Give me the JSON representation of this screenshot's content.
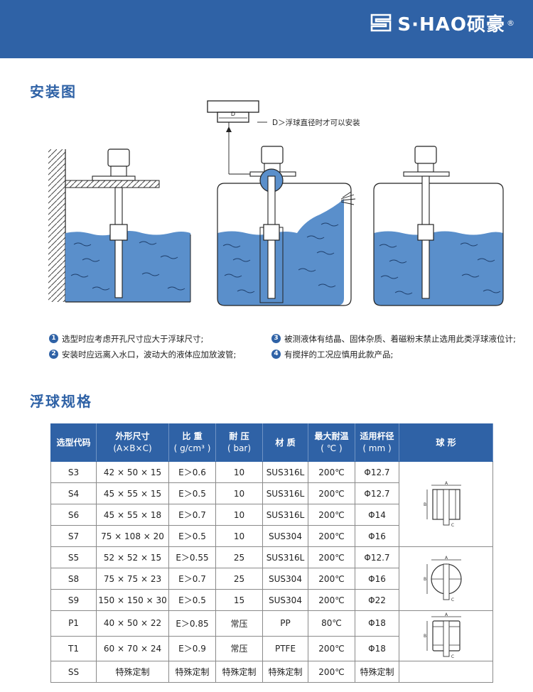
{
  "brand": {
    "logo_text": "S·HAO硕豪",
    "reg_mark": "®",
    "color": "#2f62a6"
  },
  "install": {
    "title": "安装图",
    "d_label": "D",
    "d_note": "D＞浮球直径时才可以安装",
    "notes_left": [
      {
        "num": "1",
        "text": "选型时应考虑开孔尺寸应大于浮球尺寸;"
      },
      {
        "num": "2",
        "text": "安装时应远离入水口，波动大的液体应加放波管;"
      }
    ],
    "notes_right": [
      {
        "num": "3",
        "text": "被测液体有结晶、固体杂质、着磁粉末禁止选用此类浮球液位计;"
      },
      {
        "num": "4",
        "text": "有搅拌的工况应慎用此款产品;"
      }
    ]
  },
  "spec": {
    "title": "浮球规格",
    "headers": [
      {
        "main": "选型代码",
        "sub": ""
      },
      {
        "main": "外形尺寸",
        "sub": "(A×B×C)"
      },
      {
        "main": "比 重",
        "sub": "( g/cm³ )"
      },
      {
        "main": "耐 压",
        "sub": "( bar)"
      },
      {
        "main": "材 质",
        "sub": ""
      },
      {
        "main": "最大耐温",
        "sub": "( ℃ )"
      },
      {
        "main": "适用杆径",
        "sub": "( mm )"
      },
      {
        "main": "球 形",
        "sub": ""
      }
    ],
    "rows": [
      [
        "S3",
        "42 × 50 × 15",
        "E＞0.6",
        "10",
        "SUS316L",
        "200℃",
        "Φ12.7"
      ],
      [
        "S4",
        "45 × 55 × 15",
        "E＞0.5",
        "10",
        "SUS316L",
        "200℃",
        "Φ12.7"
      ],
      [
        "S6",
        "45 × 55 × 18",
        "E＞0.7",
        "10",
        "SUS316L",
        "200℃",
        "Φ14"
      ],
      [
        "S7",
        "75 × 108 × 20",
        "E＞0.5",
        "10",
        "SUS304",
        "200℃",
        "Φ16"
      ],
      [
        "S5",
        "52 × 52 × 15",
        "E＞0.55",
        "25",
        "SUS316L",
        "200℃",
        "Φ12.7"
      ],
      [
        "S8",
        "75 × 75 × 23",
        "E＞0.7",
        "25",
        "SUS304",
        "200℃",
        "Φ16"
      ],
      [
        "S9",
        "150 × 150 × 30",
        "E＞0.5",
        "15",
        "SUS304",
        "200℃",
        "Φ22"
      ],
      [
        "P1",
        "40 × 50 × 22",
        "E＞0.85",
        "常压",
        "PP",
        "80℃",
        "Φ18"
      ],
      [
        "T1",
        "60 × 70 × 24",
        "E＞0.9",
        "常压",
        "PTFE",
        "200℃",
        "Φ18"
      ],
      [
        "SS",
        "特殊定制",
        "特殊定制",
        "特殊定制",
        "特殊定制",
        "200℃",
        "特殊定制"
      ]
    ],
    "shape_labels": {
      "a": "A",
      "b": "B",
      "c": "C"
    }
  }
}
